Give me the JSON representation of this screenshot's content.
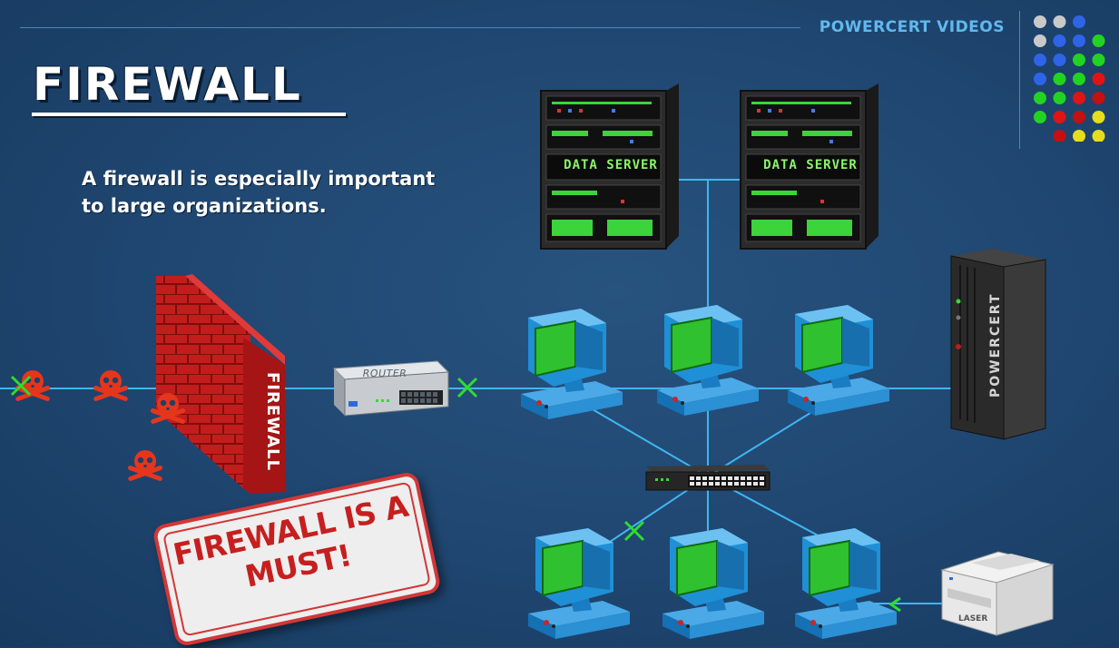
{
  "header": {
    "brand": "POWERCERT VIDEOS",
    "dot_colors": [
      [
        "#c9c9c9",
        "#c9c9c9",
        "#2f64e8",
        ""
      ],
      [
        "#c9c9c9",
        "#2f64e8",
        "#2f64e8",
        "#22d322"
      ],
      [
        "#2f64e8",
        "#2f64e8",
        "#22d322",
        "#22d322"
      ],
      [
        "#2f64e8",
        "#22d322",
        "#22d322",
        "#e01414"
      ],
      [
        "#22d322",
        "#22d322",
        "#e01414",
        "#c41010"
      ],
      [
        "#22d322",
        "#e01414",
        "#c41010",
        "#e6dd1b"
      ],
      [
        "",
        "#c41010",
        "#e6dd1b",
        "#e6dd1b"
      ]
    ]
  },
  "slide": {
    "title": "FIREWALL",
    "subtitle": "A firewall is especially important\nto large organizations."
  },
  "diagram": {
    "servers": [
      {
        "label": "DATA SERVER"
      },
      {
        "label": "DATA SERVER"
      }
    ],
    "router_label": "ROUTER",
    "tower_label": "POWERCERT",
    "firewall_label": "FIREWALL",
    "printer_label": "LASER",
    "sign_text": "FIREWALL IS A\nMUST!",
    "threat_icon": "skull-crossbones-icon",
    "colors": {
      "link": "#3fb6f0",
      "brick": "#c21d1d",
      "monitor_screen": "#2fc12f",
      "computer_case": "#1f8fd6",
      "skull": "#e5361c",
      "blocked_marker": "#2fdc2f"
    }
  }
}
